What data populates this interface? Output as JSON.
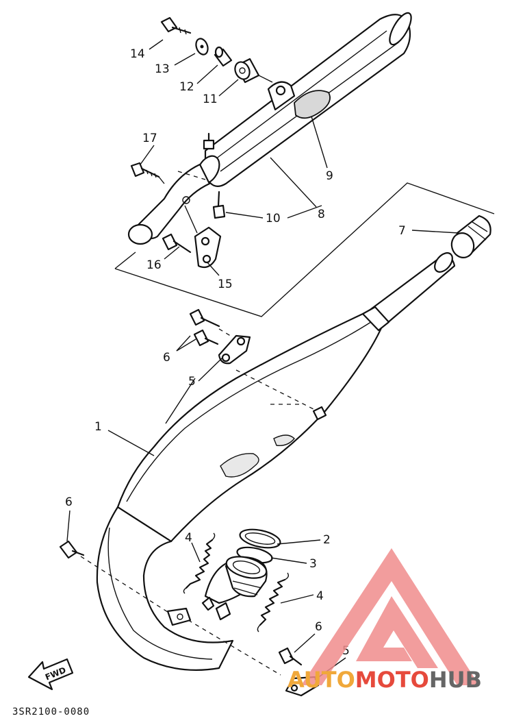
{
  "diagram": {
    "callouts": [
      "1",
      "2",
      "3",
      "4",
      "4",
      "5",
      "5",
      "6",
      "6",
      "7",
      "8",
      "9",
      "10",
      "11",
      "12",
      "13",
      "14",
      "15",
      "16",
      "17",
      "6"
    ],
    "direction_marker": "FWD",
    "drawing_code": "3SR2100-0080"
  },
  "watermark": {
    "text_part1": "AUTO",
    "text_part2": "MOTO",
    "text_part3": "HUB",
    "color_auto": "#f0a83a",
    "color_moto": "#e64a3c",
    "color_hub": "#666666",
    "logo_color": "#f08c8c"
  }
}
